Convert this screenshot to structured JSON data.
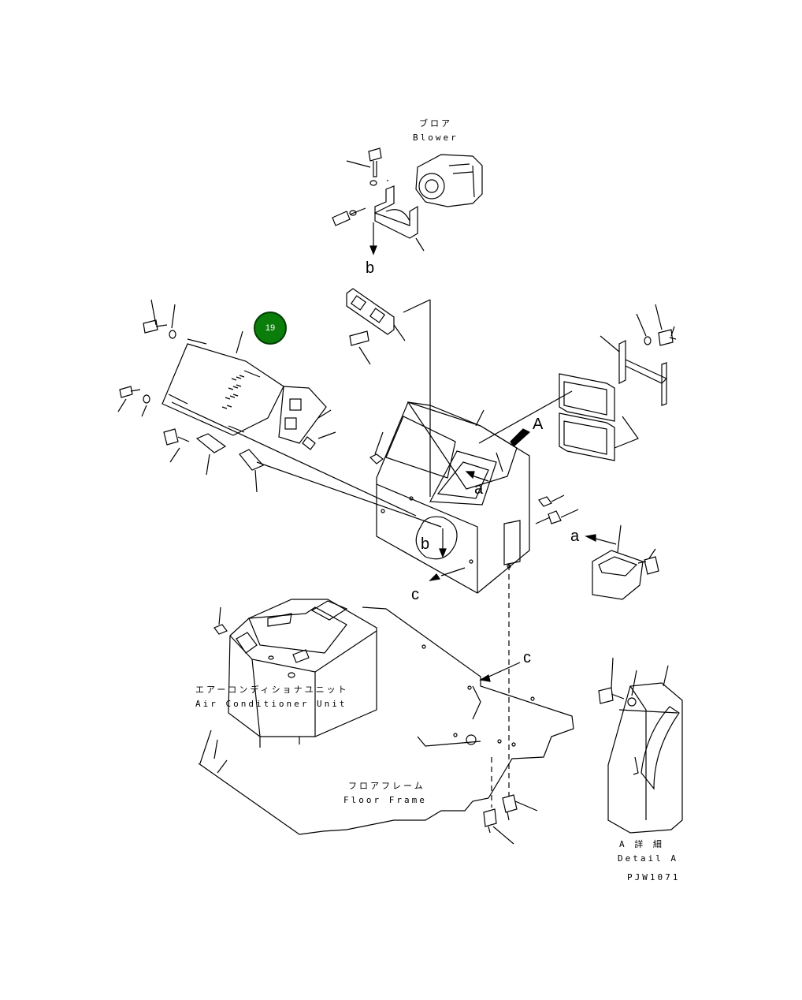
{
  "callout": {
    "number": "19",
    "color": "#0a7d0a"
  },
  "labels": {
    "blower_jp": "ブロア",
    "blower_en": "Blower",
    "ac_jp": "エアーコンディショナユニット",
    "ac_en": "Air Conditioner Unit",
    "floor_jp": "フロアフレーム",
    "floor_en": "Floor Frame",
    "detail_jp": "A 詳 細",
    "detail_en": "Detail A",
    "drawing_no": "PJW1071"
  },
  "markers": {
    "b_top": "b",
    "b_mid": "b",
    "a_mid": "a",
    "a_right": "a",
    "c_left": "c",
    "c_right": "c",
    "A_view": "A"
  }
}
